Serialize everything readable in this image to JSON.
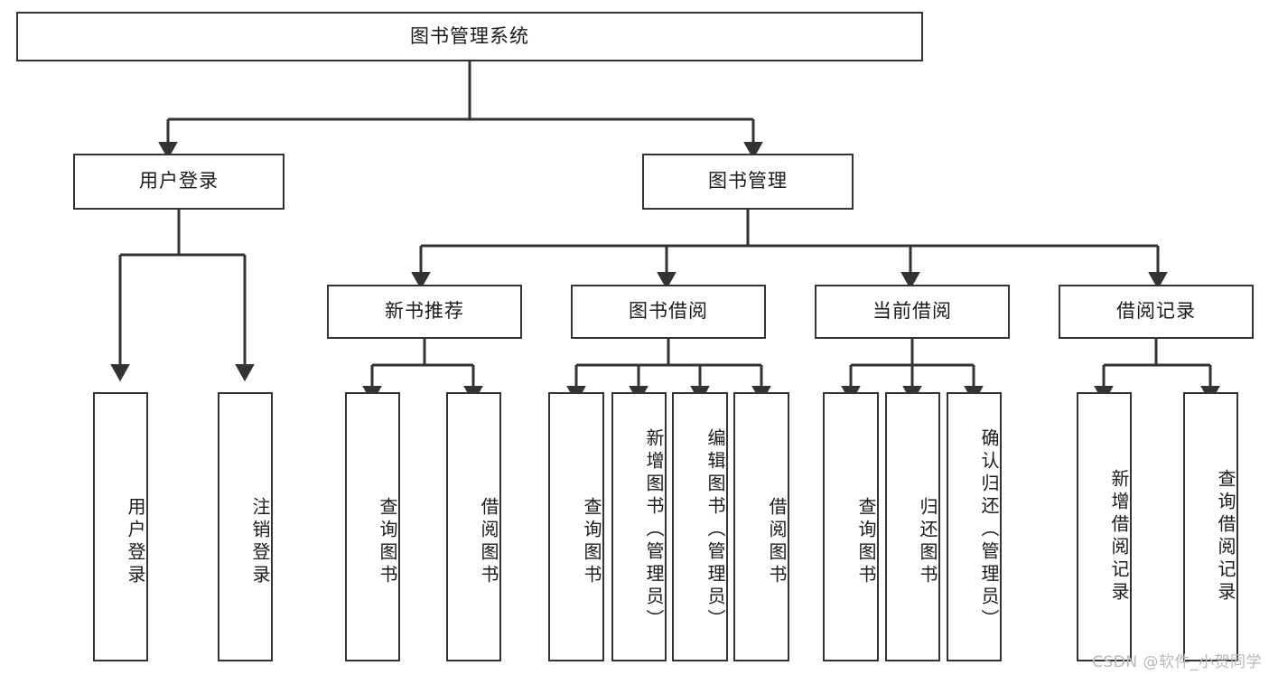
{
  "diagram": {
    "title": "图书管理系统",
    "type": "tree-structure-chart",
    "line_color": "#333333",
    "box_fill": "#ffffff",
    "text_color": "#1a1a1a",
    "watermark": "CSDN @软件_小贺同学",
    "nodes": {
      "root": {
        "label": "图书管理系统"
      },
      "level2": [
        {
          "id": "user-login",
          "label": "用户登录"
        },
        {
          "id": "book-management",
          "label": "图书管理"
        }
      ],
      "level3": [
        {
          "id": "new-book-recommend",
          "label": "新书推荐"
        },
        {
          "id": "book-borrow",
          "label": "图书借阅"
        },
        {
          "id": "current-borrow",
          "label": "当前借阅"
        },
        {
          "id": "borrow-record",
          "label": "借阅记录"
        }
      ],
      "leaves": {
        "user_login": [
          {
            "id": "leaf-user-login",
            "label": "用户登录"
          },
          {
            "id": "leaf-logout-login",
            "label": "注销登录"
          }
        ],
        "new_book_recommend": [
          {
            "id": "leaf-query-book-1",
            "label": "查询图书"
          },
          {
            "id": "leaf-borrow-book-1",
            "label": "借阅图书"
          }
        ],
        "book_borrow": [
          {
            "id": "leaf-query-book-2",
            "label": "查询图书"
          },
          {
            "id": "leaf-add-book",
            "label": "新增图书（管理员）"
          },
          {
            "id": "leaf-edit-book",
            "label": "编辑图书（管理员）"
          },
          {
            "id": "leaf-borrow-book-2",
            "label": "借阅图书"
          }
        ],
        "current_borrow": [
          {
            "id": "leaf-query-book-3",
            "label": "查询图书"
          },
          {
            "id": "leaf-return-book",
            "label": "归还图书"
          },
          {
            "id": "leaf-confirm-return",
            "label": "确认归还（管理员）"
          }
        ],
        "borrow_record": [
          {
            "id": "leaf-add-record",
            "label": "新增借阅记录"
          },
          {
            "id": "leaf-query-record",
            "label": "查询借阅记录"
          }
        ]
      }
    }
  }
}
